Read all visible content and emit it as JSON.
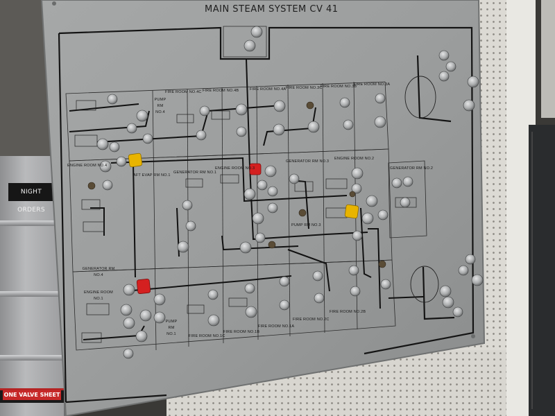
{
  "panel": {
    "title": "MAIN STEAM SYSTEM CV 41",
    "section_labels": [
      "FIRE ROOM NO.4C",
      "FIRE ROOM NO.4B",
      "FIRE ROOM NO.4A",
      "FIRE ROOM NO.3C",
      "FIRE ROOM NO.3B",
      "FIRE ROOM NO.3A",
      "PUMP RM NO.4",
      "ENGINE ROOM NO.4",
      "AFT EVAP RM NO.1",
      "GENERATOR RM NO.1",
      "ENGINE ROOM NO.3",
      "GENERATOR RM NO.3",
      "ENGINE ROOM NO.2",
      "GENERATOR RM NO.2",
      "PUMP RM NO.3",
      "GENERATOR RM NO.4",
      "ENGINE ROOM NO.1",
      "PUMP RM NO.1",
      "FIRE ROOM NO.1C",
      "FIRE ROOM NO.1B",
      "FIRE ROOM NO.1A",
      "FIRE ROOM NO.2C",
      "FIRE ROOM NO.2B"
    ]
  },
  "rack": {
    "night_orders": "NIGHT ORDERS",
    "valve_sheet": "ONE VALVE SHEET"
  },
  "colors": {
    "panel": "#9ea0a0",
    "lines": "#141414",
    "knob": "#b8babb",
    "tag_yellow": "#e8b400",
    "tag_red": "#d42020"
  }
}
